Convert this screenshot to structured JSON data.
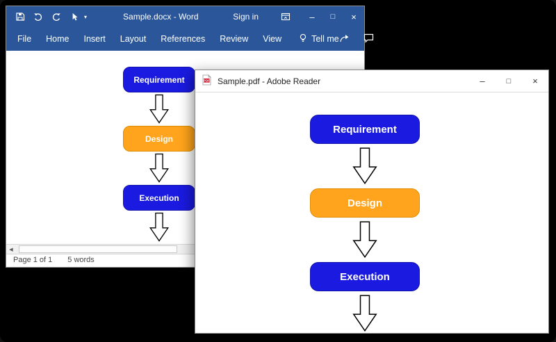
{
  "word_window": {
    "title": "Sample.docx - Word",
    "sign_in_label": "Sign in",
    "ribbon_tabs": [
      "File",
      "Home",
      "Insert",
      "Layout",
      "References",
      "Review",
      "View"
    ],
    "tell_me_label": "Tell me",
    "controls": {
      "minimize": "–",
      "maximize": "□",
      "close": "×"
    },
    "status_bar": {
      "page_indicator": "Page 1 of 1",
      "word_count": "5 words"
    }
  },
  "adobe_window": {
    "title": "Sample.pdf - Adobe Reader",
    "controls": {
      "minimize": "–",
      "maximize": "□",
      "close": "×"
    }
  },
  "flowchart": {
    "nodes": [
      {
        "label": "Requirement",
        "color": "#1a1ae0",
        "border": "#1212ad"
      },
      {
        "label": "Design",
        "color": "#ffa41c",
        "border": "#de8d00"
      },
      {
        "label": "Execution",
        "color": "#1a1ae0",
        "border": "#1212ad"
      }
    ]
  },
  "colors": {
    "word_titlebar": "#2b579a",
    "node_blue": "#1a1ae0",
    "node_orange": "#ffa41c"
  }
}
